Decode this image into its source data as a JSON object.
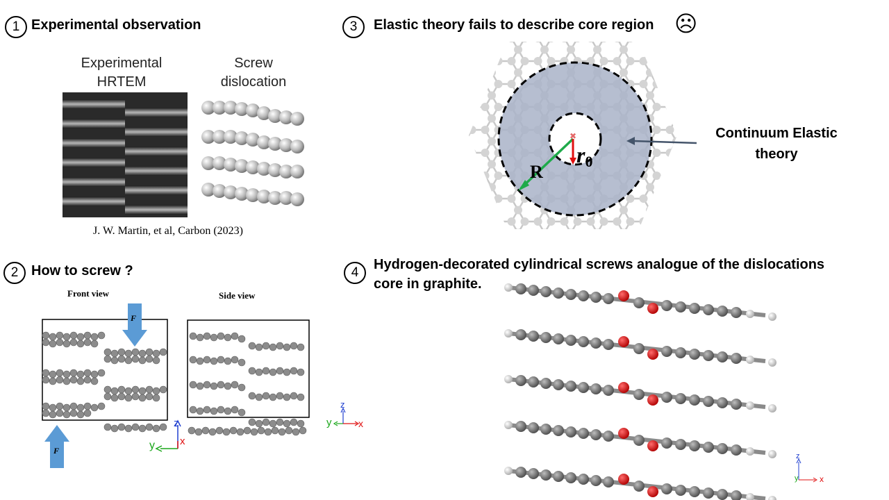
{
  "sections": [
    {
      "number": "1",
      "title": "Experimental observation"
    },
    {
      "number": "2",
      "title": "How to screw ?"
    },
    {
      "number": "3",
      "title": "Elastic theory fails to describe core region"
    },
    {
      "number": "4",
      "title": "Hydrogen-decorated cylindrical screws analogue of the dislocations core in graphite."
    }
  ],
  "panel1": {
    "hrtem_label": "Experimental HRTEM",
    "screw_label": "Screw dislocation",
    "citation": "J. W. Martin, et al, Carbon (2023)"
  },
  "panel2": {
    "front_view": "Front view",
    "side_view": "Side view",
    "force_label": "F",
    "front_axes": {
      "up": "z",
      "left": "y",
      "right": "x"
    },
    "side_axes": {
      "up": "z",
      "left": "y",
      "right": "x"
    }
  },
  "panel3": {
    "emoji": "☹",
    "continuum_label": "Continuum Elastic theory",
    "radius_outer": "R",
    "radius_inner": "r",
    "radius_inner_sub": "0"
  },
  "panel4": {
    "axes": {
      "up": "z",
      "left": "y",
      "right": "x"
    }
  },
  "colors": {
    "carbon": "#7a7a7a",
    "hydrogen": "#f2f2f2",
    "oxygen_red": "#e00000",
    "arrow_blue": "#5b9bd5",
    "shaded_disk": "#a9b3c8",
    "green_arrow": "#1faa4a",
    "red_arrow": "#e01010"
  }
}
